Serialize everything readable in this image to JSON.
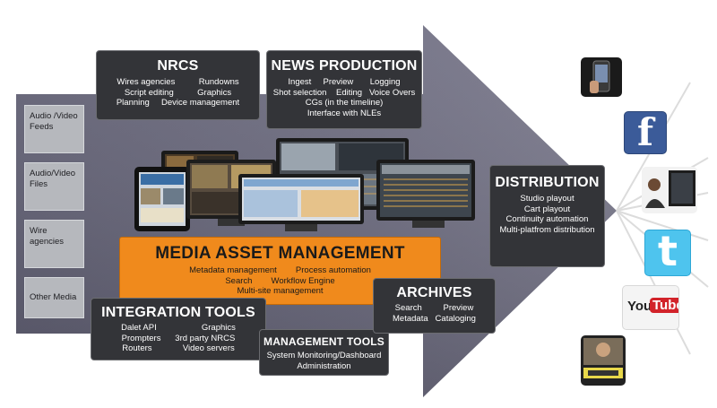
{
  "inputs": [
    {
      "label": "Audio /Video\nFeeds"
    },
    {
      "label": "Audio/Video\nFiles"
    },
    {
      "label": "Wire\nagencies"
    },
    {
      "label": "Other Media"
    }
  ],
  "nrcs": {
    "title": "NRCS",
    "lines": [
      "Wires agencies          Rundowns",
      "Script editing          Graphics",
      "Planning     Device management"
    ]
  },
  "news_production": {
    "title": "NEWS PRODUCTION",
    "lines": [
      "Ingest     Preview       Logging",
      "Shot selection    Editing   Voice Overs",
      "CGs (in the timeline)",
      "Interface with NLEs"
    ]
  },
  "mam": {
    "title": "MEDIA ASSET MANAGEMENT",
    "lines": [
      "Metadata management        Process automation",
      "Search        Workflow Engine",
      "Multi-site management"
    ]
  },
  "integration_tools": {
    "title": "INTEGRATION TOOLS",
    "lines": [
      "Dalet API                   Graphics",
      "Prompters      3rd party NRCS",
      "Routers             Video servers"
    ]
  },
  "management_tools": {
    "title": "MANAGEMENT TOOLS",
    "lines": [
      "System Monitoring/Dashboard",
      "Administration"
    ]
  },
  "archives": {
    "title": "ARCHIVES",
    "lines": [
      "Search         Preview",
      "Metadata   Cataloging"
    ]
  },
  "distribution": {
    "title": "DISTRIBUTION",
    "lines": [
      "Studio playout",
      "Cart playout",
      "Continuity automation",
      "Multi-platfrom distribution"
    ]
  },
  "outlets": {
    "facebook": "f",
    "twitter": "t",
    "youtube_you": "You",
    "youtube_tube": "Tube"
  },
  "colors": {
    "arrow": "#6d6c80",
    "box": "#333438",
    "mam": "#f08a1c",
    "input_tile": "#b6b8bd"
  }
}
